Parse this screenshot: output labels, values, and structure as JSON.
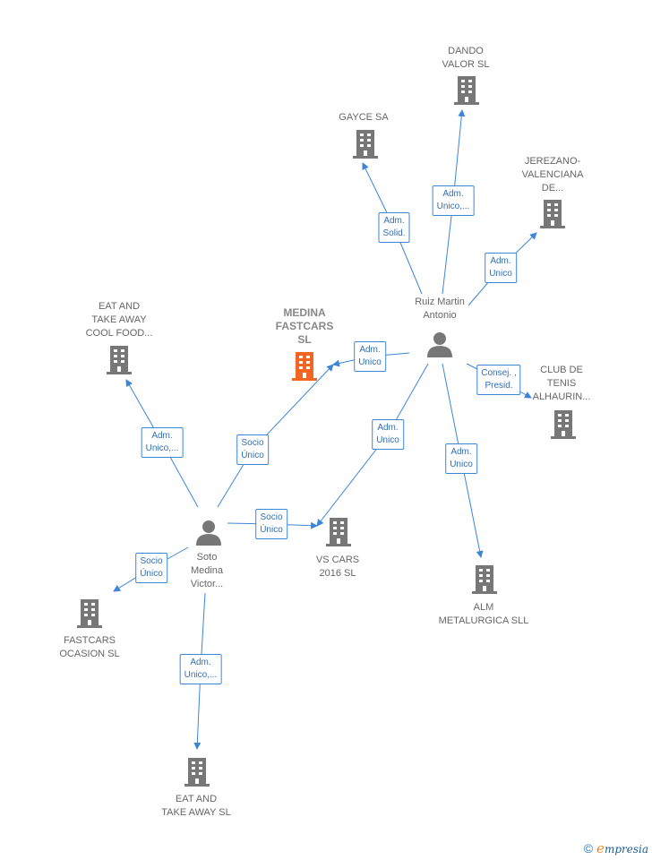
{
  "colors": {
    "edge": "#3d86d6",
    "icon": "#777777",
    "main_icon": "#f26522"
  },
  "nodes": [
    {
      "id": "dando",
      "type": "company",
      "lines": [
        "DANDO",
        "VALOR SL"
      ]
    },
    {
      "id": "gayce",
      "type": "company",
      "lines": [
        "GAYCE SA"
      ]
    },
    {
      "id": "jerezano",
      "type": "company",
      "lines": [
        "JEREZANO-",
        "VALENCIANA",
        "DE..."
      ]
    },
    {
      "id": "ruiz",
      "type": "person",
      "lines": [
        "Ruiz Martin",
        "Antonio"
      ]
    },
    {
      "id": "medina",
      "type": "company",
      "main": true,
      "lines": [
        "MEDINA",
        "FASTCARS",
        "SL"
      ]
    },
    {
      "id": "eat1",
      "type": "company",
      "lines": [
        "EAT AND",
        "TAKE AWAY",
        "COOL FOOD..."
      ]
    },
    {
      "id": "club",
      "type": "company",
      "lines": [
        "CLUB DE",
        "TENIS",
        "ALHAURIN..."
      ]
    },
    {
      "id": "soto",
      "type": "person",
      "lines": [
        "Soto",
        "Medina",
        "Victor..."
      ]
    },
    {
      "id": "vscars",
      "type": "company",
      "lines": [
        "VS CARS",
        "2016  SL"
      ]
    },
    {
      "id": "alm",
      "type": "company",
      "lines": [
        "ALM",
        "METALURGICA SLL"
      ]
    },
    {
      "id": "fastcars",
      "type": "company",
      "lines": [
        "FASTCARS",
        "OCASION  SL"
      ]
    },
    {
      "id": "eat2",
      "type": "company",
      "lines": [
        "EAT AND",
        "TAKE AWAY  SL"
      ]
    }
  ],
  "edges": [
    {
      "from": "ruiz",
      "to": "dando",
      "lines": [
        "Adm.",
        "Unico,..."
      ]
    },
    {
      "from": "ruiz",
      "to": "gayce",
      "lines": [
        "Adm.",
        "Solid."
      ]
    },
    {
      "from": "ruiz",
      "to": "jerezano",
      "lines": [
        "Adm.",
        "Unico"
      ]
    },
    {
      "from": "ruiz",
      "to": "medina",
      "lines": [
        "Adm.",
        "Unico"
      ]
    },
    {
      "from": "ruiz",
      "to": "club",
      "lines": [
        "Consej. ,",
        "Presid."
      ]
    },
    {
      "from": "ruiz",
      "to": "vscars",
      "lines": [
        "Adm.",
        "Unico"
      ]
    },
    {
      "from": "ruiz",
      "to": "alm",
      "lines": [
        "Adm.",
        "Unico"
      ]
    },
    {
      "from": "soto",
      "to": "eat1",
      "lines": [
        "Adm.",
        "Unico,..."
      ]
    },
    {
      "from": "soto",
      "to": "medina",
      "lines": [
        "Socio",
        "Único"
      ]
    },
    {
      "from": "soto",
      "to": "vscars",
      "lines": [
        "Socio",
        "Único"
      ]
    },
    {
      "from": "soto",
      "to": "fastcars",
      "lines": [
        "Socio",
        "Único"
      ]
    },
    {
      "from": "soto",
      "to": "eat2",
      "lines": [
        "Adm.",
        "Unico,..."
      ]
    }
  ],
  "footer": {
    "copyright": "©",
    "brand_initial": "e",
    "brand_rest": "mpresia"
  }
}
